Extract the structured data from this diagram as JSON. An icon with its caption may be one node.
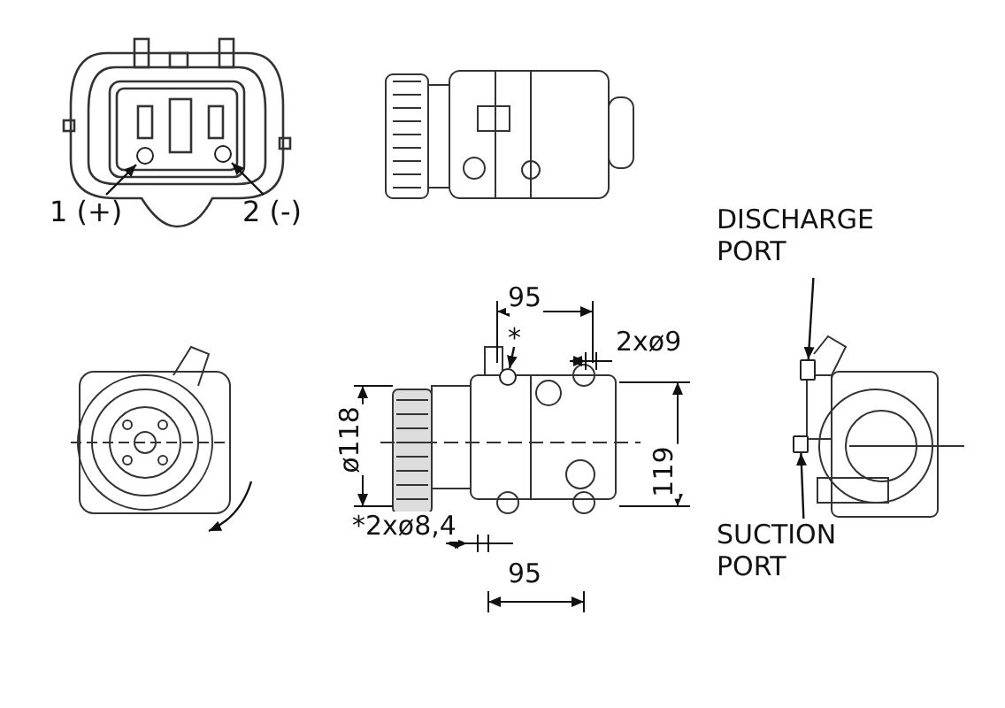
{
  "diagram": {
    "nodes": [
      {
        "text": [
          "1 (+)"
        ]
      },
      {
        "text": [],
        "shape": "circle"
      },
      {
        "text": [
          "2 (-)"
        ]
      },
      {
        "text": [],
        "shape": "circle"
      },
      {
        "text": [
          "DISCHARGE PORT"
        ]
      },
      {
        "text": [],
        "shape": "box"
      },
      {
        "text": [
          "SUCTION PORT"
        ]
      },
      {
        "text": [],
        "shape": "box"
      },
      {
        "text": [
          "*"
        ]
      },
      {
        "text": [],
        "shape": "circle"
      }
    ],
    "edges": [
      {
        "from": 0,
        "to": 1,
        "arrow": "to"
      },
      {
        "from": 2,
        "to": 3,
        "arrow": "to"
      },
      {
        "from": 4,
        "to": 5,
        "arrow": "to"
      },
      {
        "from": 6,
        "to": 7,
        "arrow": "to"
      },
      {
        "from": 8,
        "to": 9,
        "arrow": "to"
      }
    ],
    "labels": [
      "95",
      "2xø9",
      "ø118",
      "119",
      "*2xø8,4",
      "95"
    ]
  }
}
